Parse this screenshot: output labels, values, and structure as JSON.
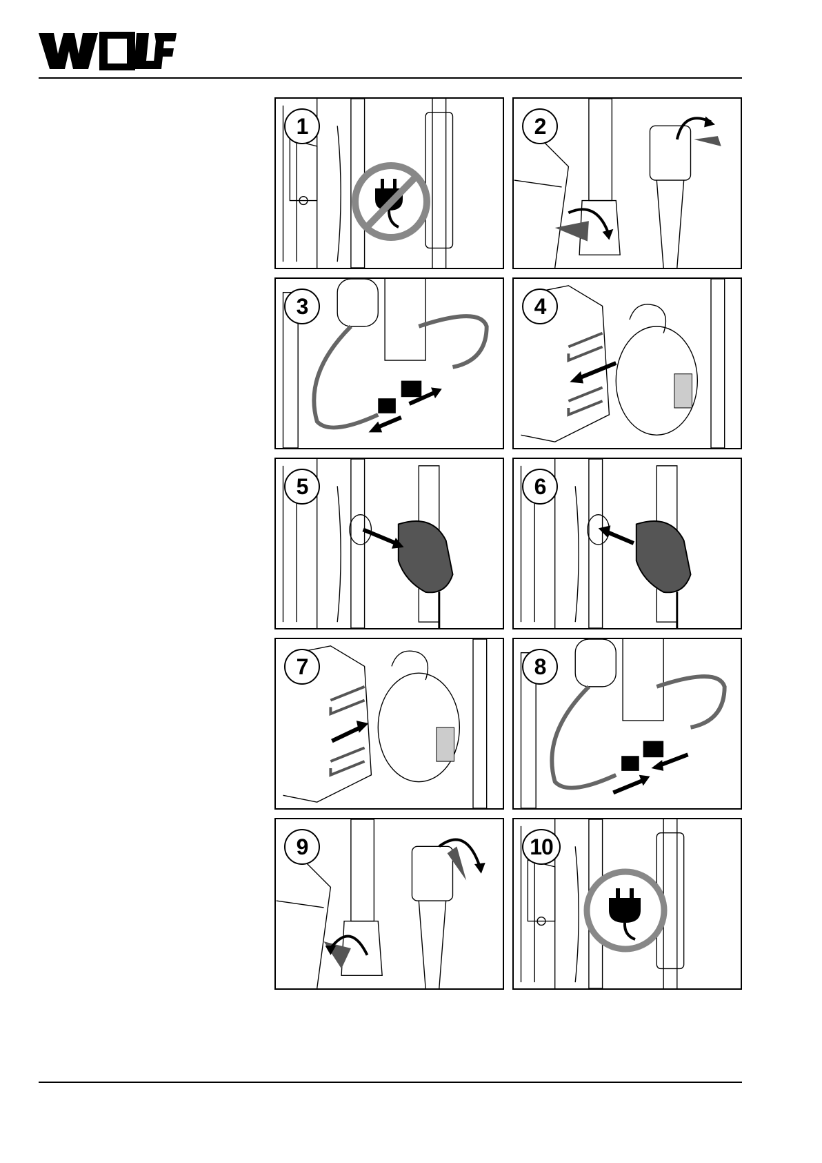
{
  "header": {
    "logo_text": "WOLF"
  },
  "steps": [
    {
      "number": "1",
      "icon": "no-power-plug-icon"
    },
    {
      "number": "2",
      "icon": "close-valves-icon"
    },
    {
      "number": "3",
      "icon": "disconnect-connector-icon"
    },
    {
      "number": "4",
      "icon": "remove-clip-icon"
    },
    {
      "number": "5",
      "icon": "remove-actuator-icon"
    },
    {
      "number": "6",
      "icon": "insert-actuator-icon"
    },
    {
      "number": "7",
      "icon": "insert-clip-icon"
    },
    {
      "number": "8",
      "icon": "connect-connector-icon"
    },
    {
      "number": "9",
      "icon": "open-valves-icon"
    },
    {
      "number": "10",
      "icon": "power-plug-icon"
    }
  ]
}
